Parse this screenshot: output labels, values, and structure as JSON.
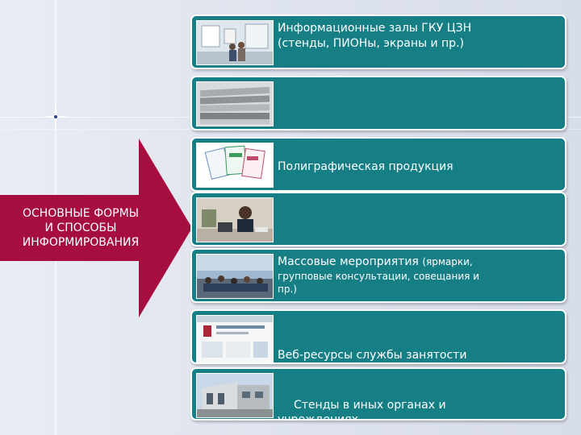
{
  "arrow": {
    "label": "ОСНОВНЫЕ ФОРМЫ\nИ СПОСОБЫ\nИНФОРМИРОВАНИЯ"
  },
  "items": [
    {
      "line1": "Информационные залы ГКУ ЦЗН",
      "line2": "(стенды, ПИОНы, экраны и пр.)"
    },
    {
      "line1": ""
    },
    {
      "line1": "Полиграфическая продукция"
    },
    {
      "line1": ""
    },
    {
      "line1": "Массовые мероприятия",
      "line1_small": "(ярмарки,",
      "line2": "групповые консультации, совещания и",
      "line3": "пр.)"
    },
    {
      "line1": "Веб-ресурсы службы занятости"
    },
    {
      "line1": "Стенды в иных органах и",
      "line2": "учреждениях"
    }
  ],
  "colors": {
    "accent": "#157f85",
    "arrow": "#a50e3f",
    "background": "#dfe4ee"
  }
}
